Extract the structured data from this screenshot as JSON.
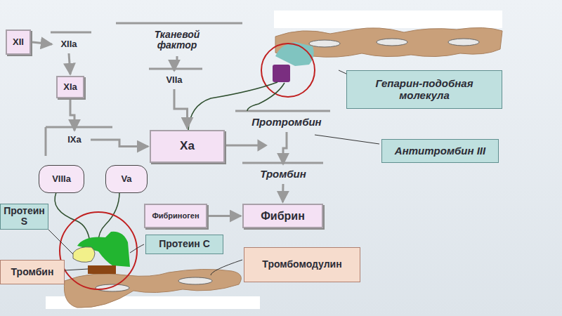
{
  "diagram": {
    "nodes": [
      {
        "text": [
          "XII"
        ]
      },
      {
        "text": [
          "XIIa"
        ]
      },
      {
        "text": [
          "XIa"
        ]
      },
      {
        "text": [
          "IXa"
        ]
      },
      {
        "text": [
          "Тканевой фактор"
        ]
      },
      {
        "text": [
          "VIIa"
        ]
      },
      {
        "text": [
          "Xa"
        ]
      },
      {
        "text": [
          "Протромбин"
        ]
      },
      {
        "text": [
          "Тромбин"
        ]
      },
      {
        "text": [
          "VIIIa"
        ]
      },
      {
        "text": [
          "Va"
        ]
      },
      {
        "text": [
          "Фибриноген"
        ]
      },
      {
        "text": [
          "Фибрин"
        ]
      },
      {
        "text": [
          "Гепарин-подобная молекула"
        ]
      },
      {
        "text": [
          "Антитромбин III"
        ]
      },
      {
        "text": [
          "Протеин S"
        ]
      },
      {
        "text": [
          "Протеин С"
        ]
      },
      {
        "text": [
          "Тромбин"
        ]
      },
      {
        "text": [
          "Тромбомодулин"
        ]
      }
    ],
    "edges": [
      {
        "from": 0,
        "to": 1,
        "arrow": "to"
      },
      {
        "from": 1,
        "to": 2,
        "arrow": "to"
      },
      {
        "from": 2,
        "to": 3,
        "arrow": "to"
      },
      {
        "from": 3,
        "to": 6,
        "arrow": "to"
      },
      {
        "from": 4,
        "to": 5,
        "arrow": "to"
      },
      {
        "from": 5,
        "to": 6,
        "arrow": "to"
      },
      {
        "from": 7,
        "to": 8,
        "arrow": "to"
      },
      {
        "from": 8,
        "to": 12,
        "arrow": "to"
      },
      {
        "from": 11,
        "to": 12,
        "arrow": "to"
      }
    ]
  }
}
